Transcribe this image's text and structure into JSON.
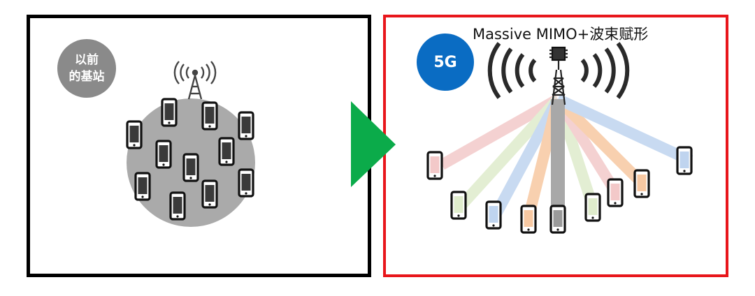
{
  "left_panel": {
    "badge_line1": "以前",
    "badge_line2": "的基站",
    "border_color": "#000000"
  },
  "right_panel": {
    "title": "Massive MIMO+波束赋形",
    "badge_text": "5G",
    "border_color": "#e8161b",
    "badge_color": "#0a6cc3"
  },
  "arrow_color": "#0bab4a",
  "coverage_color": "#aaaaaa",
  "beam_colors": [
    "#f3c9c9",
    "#dfeccc",
    "#bfd4ef",
    "#f7c8a2",
    "#9a9a9a"
  ]
}
